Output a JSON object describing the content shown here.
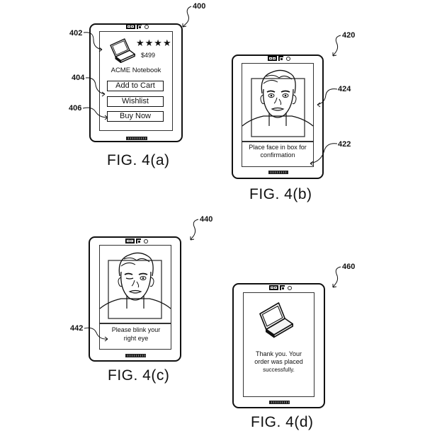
{
  "figures": [
    {
      "id": "a",
      "caption": "FIG. 4(a)",
      "device_ref": "400",
      "product": {
        "rating_stars": "★★★★",
        "rating_count": 4,
        "price": "$499",
        "name": "ACME Notebook"
      },
      "buttons": [
        {
          "label": "Add to Cart"
        },
        {
          "label": "Wishlist"
        },
        {
          "label": "Buy Now"
        }
      ],
      "refs": {
        "product_area": "402",
        "wishlist_area": "404",
        "buy_now": "406"
      }
    },
    {
      "id": "b",
      "caption": "FIG. 4(b)",
      "device_ref": "420",
      "instruction": [
        "Place face in box for",
        "confirmation"
      ],
      "refs": {
        "device_bezel": "424",
        "instruction_area": "422"
      }
    },
    {
      "id": "c",
      "caption": "FIG. 4(c)",
      "device_ref": "440",
      "instruction": [
        "Please blink your",
        "right eye"
      ],
      "refs": {
        "instruction_area": "442"
      }
    },
    {
      "id": "d",
      "caption": "FIG. 4(d)",
      "device_ref": "460",
      "message": [
        "Thank you.  Your",
        "order was placed",
        "successfully."
      ]
    }
  ],
  "colors": {
    "line": "#111111",
    "background": "#ffffff"
  }
}
